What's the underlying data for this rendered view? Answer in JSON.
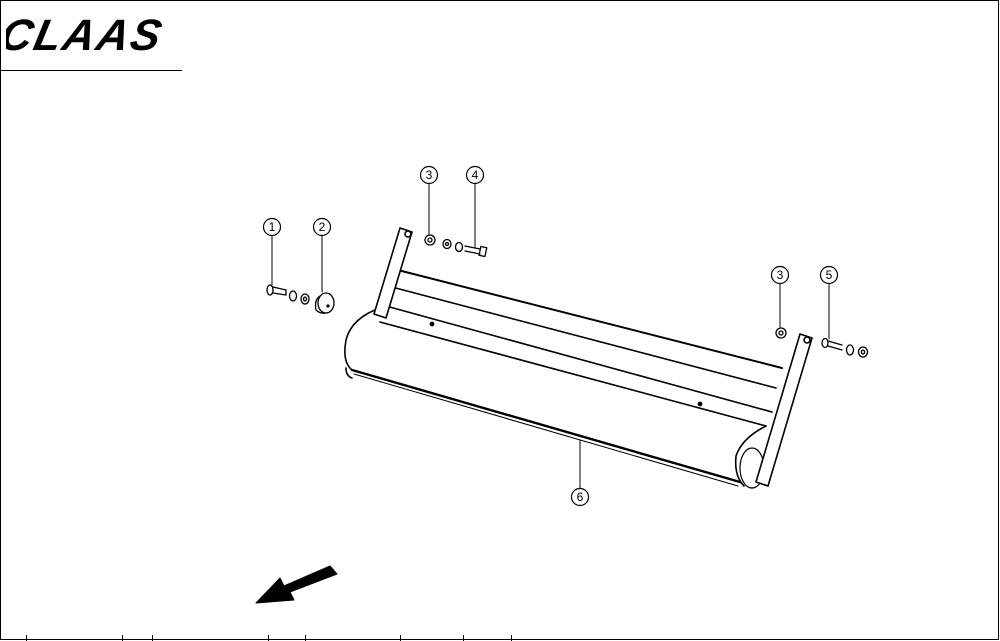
{
  "brand": {
    "logo_text": "CLAAS"
  },
  "callouts": [
    {
      "id": "c1",
      "label": "1"
    },
    {
      "id": "c2",
      "label": "2"
    },
    {
      "id": "c3a",
      "label": "3"
    },
    {
      "id": "c4",
      "label": "4"
    },
    {
      "id": "c3b",
      "label": "3"
    },
    {
      "id": "c5",
      "label": "5"
    },
    {
      "id": "c6",
      "label": "6"
    }
  ]
}
